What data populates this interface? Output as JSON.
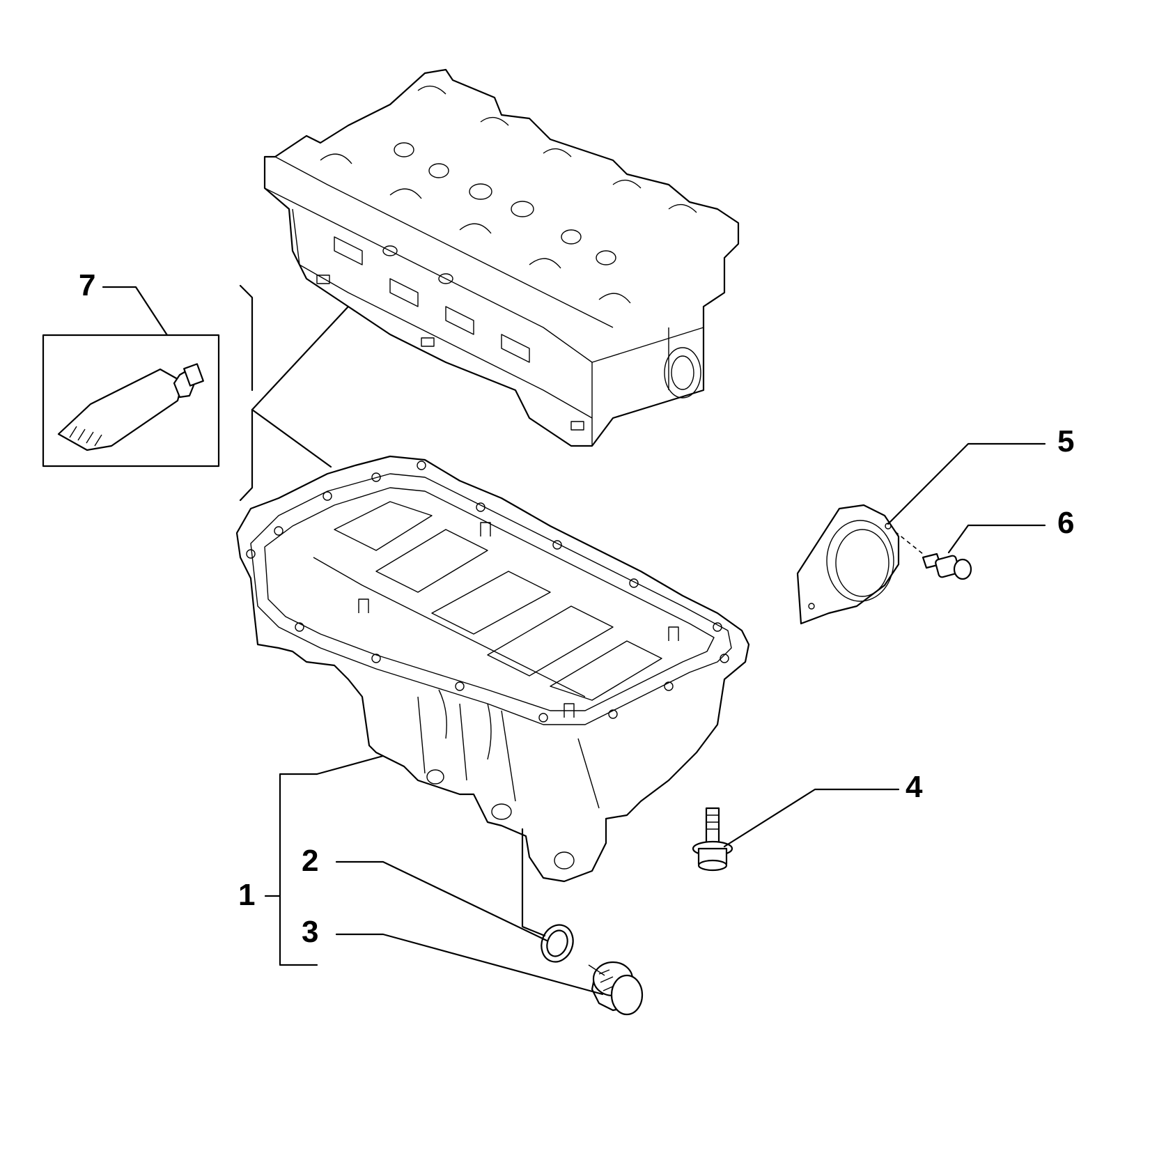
{
  "diagram": {
    "callouts": [
      {
        "id": "1",
        "label": "1"
      },
      {
        "id": "2",
        "label": "2"
      },
      {
        "id": "3",
        "label": "3"
      },
      {
        "id": "4",
        "label": "4"
      },
      {
        "id": "5",
        "label": "5"
      },
      {
        "id": "6",
        "label": "6"
      },
      {
        "id": "7",
        "label": "7"
      }
    ],
    "parts": [
      {
        "name": "cylinder-head",
        "callout": ""
      },
      {
        "name": "oil-pan",
        "callout": "1"
      },
      {
        "name": "drain-plug-seal-ring",
        "callout": "2"
      },
      {
        "name": "drain-plug",
        "callout": "3"
      },
      {
        "name": "oil-pan-bolt",
        "callout": "4"
      },
      {
        "name": "rear-seal-cover",
        "callout": "5"
      },
      {
        "name": "cover-screw",
        "callout": "6"
      },
      {
        "name": "sealant-tube",
        "callout": "7"
      }
    ]
  }
}
